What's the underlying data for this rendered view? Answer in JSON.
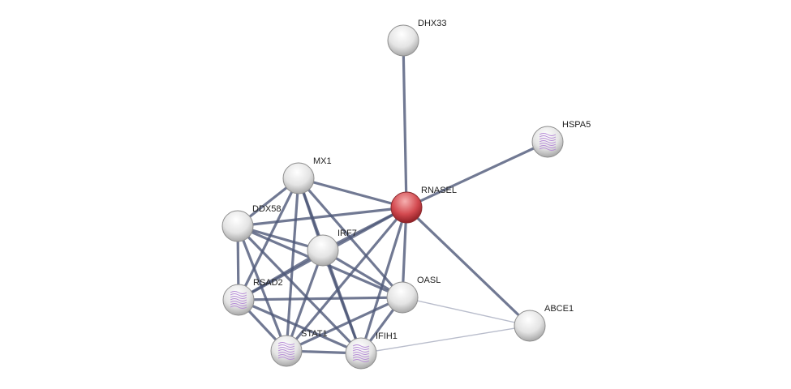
{
  "network": {
    "colors": {
      "edge": "#4d5878",
      "edge_weak": "#b8bccb",
      "node": "#e6e6e6",
      "query_node": "#d8484e"
    },
    "nodes": [
      {
        "id": "DHX33",
        "label": "DHX33",
        "query": false,
        "structure": false
      },
      {
        "id": "HSPA5",
        "label": "HSPA5",
        "query": false,
        "structure": true
      },
      {
        "id": "MX1",
        "label": "MX1",
        "query": false,
        "structure": false
      },
      {
        "id": "RNASEL",
        "label": "RNASEL",
        "query": true,
        "structure": false
      },
      {
        "id": "DDX58",
        "label": "DDX58",
        "query": false,
        "structure": false
      },
      {
        "id": "IRF7",
        "label": "IRF7",
        "query": false,
        "structure": false
      },
      {
        "id": "OASL",
        "label": "OASL",
        "query": false,
        "structure": false
      },
      {
        "id": "RSAD2",
        "label": "RSAD2",
        "query": false,
        "structure": true
      },
      {
        "id": "ABCE1",
        "label": "ABCE1",
        "query": false,
        "structure": false
      },
      {
        "id": "STAT1",
        "label": "STAT1",
        "query": false,
        "structure": true
      },
      {
        "id": "IFIH1",
        "label": "IFIH1",
        "query": false,
        "structure": true
      }
    ],
    "edges": [
      {
        "a": "RNASEL",
        "b": "DHX33",
        "w": "strong"
      },
      {
        "a": "RNASEL",
        "b": "HSPA5",
        "w": "strong"
      },
      {
        "a": "RNASEL",
        "b": "ABCE1",
        "w": "strong"
      },
      {
        "a": "RNASEL",
        "b": "MX1",
        "w": "strong"
      },
      {
        "a": "RNASEL",
        "b": "DDX58",
        "w": "strong"
      },
      {
        "a": "RNASEL",
        "b": "IRF7",
        "w": "strong"
      },
      {
        "a": "RNASEL",
        "b": "OASL",
        "w": "strong"
      },
      {
        "a": "RNASEL",
        "b": "RSAD2",
        "w": "strong"
      },
      {
        "a": "RNASEL",
        "b": "STAT1",
        "w": "strong"
      },
      {
        "a": "RNASEL",
        "b": "IFIH1",
        "w": "strong"
      },
      {
        "a": "MX1",
        "b": "DDX58",
        "w": "strong"
      },
      {
        "a": "MX1",
        "b": "IRF7",
        "w": "strong"
      },
      {
        "a": "MX1",
        "b": "RSAD2",
        "w": "strong"
      },
      {
        "a": "MX1",
        "b": "STAT1",
        "w": "strong"
      },
      {
        "a": "MX1",
        "b": "IFIH1",
        "w": "strong"
      },
      {
        "a": "MX1",
        "b": "OASL",
        "w": "strong"
      },
      {
        "a": "DDX58",
        "b": "IRF7",
        "w": "strong"
      },
      {
        "a": "DDX58",
        "b": "OASL",
        "w": "strong"
      },
      {
        "a": "DDX58",
        "b": "RSAD2",
        "w": "strong"
      },
      {
        "a": "DDX58",
        "b": "STAT1",
        "w": "strong"
      },
      {
        "a": "DDX58",
        "b": "IFIH1",
        "w": "strong"
      },
      {
        "a": "IRF7",
        "b": "RSAD2",
        "w": "strong"
      },
      {
        "a": "IRF7",
        "b": "STAT1",
        "w": "strong"
      },
      {
        "a": "IRF7",
        "b": "IFIH1",
        "w": "strong"
      },
      {
        "a": "IRF7",
        "b": "OASL",
        "w": "strong"
      },
      {
        "a": "RSAD2",
        "b": "OASL",
        "w": "strong"
      },
      {
        "a": "RSAD2",
        "b": "STAT1",
        "w": "strong"
      },
      {
        "a": "RSAD2",
        "b": "IFIH1",
        "w": "strong"
      },
      {
        "a": "STAT1",
        "b": "IFIH1",
        "w": "strong"
      },
      {
        "a": "STAT1",
        "b": "OASL",
        "w": "strong"
      },
      {
        "a": "IFIH1",
        "b": "OASL",
        "w": "strong"
      },
      {
        "a": "IFIH1",
        "b": "ABCE1",
        "w": "weak"
      },
      {
        "a": "OASL",
        "b": "ABCE1",
        "w": "weak"
      }
    ]
  }
}
